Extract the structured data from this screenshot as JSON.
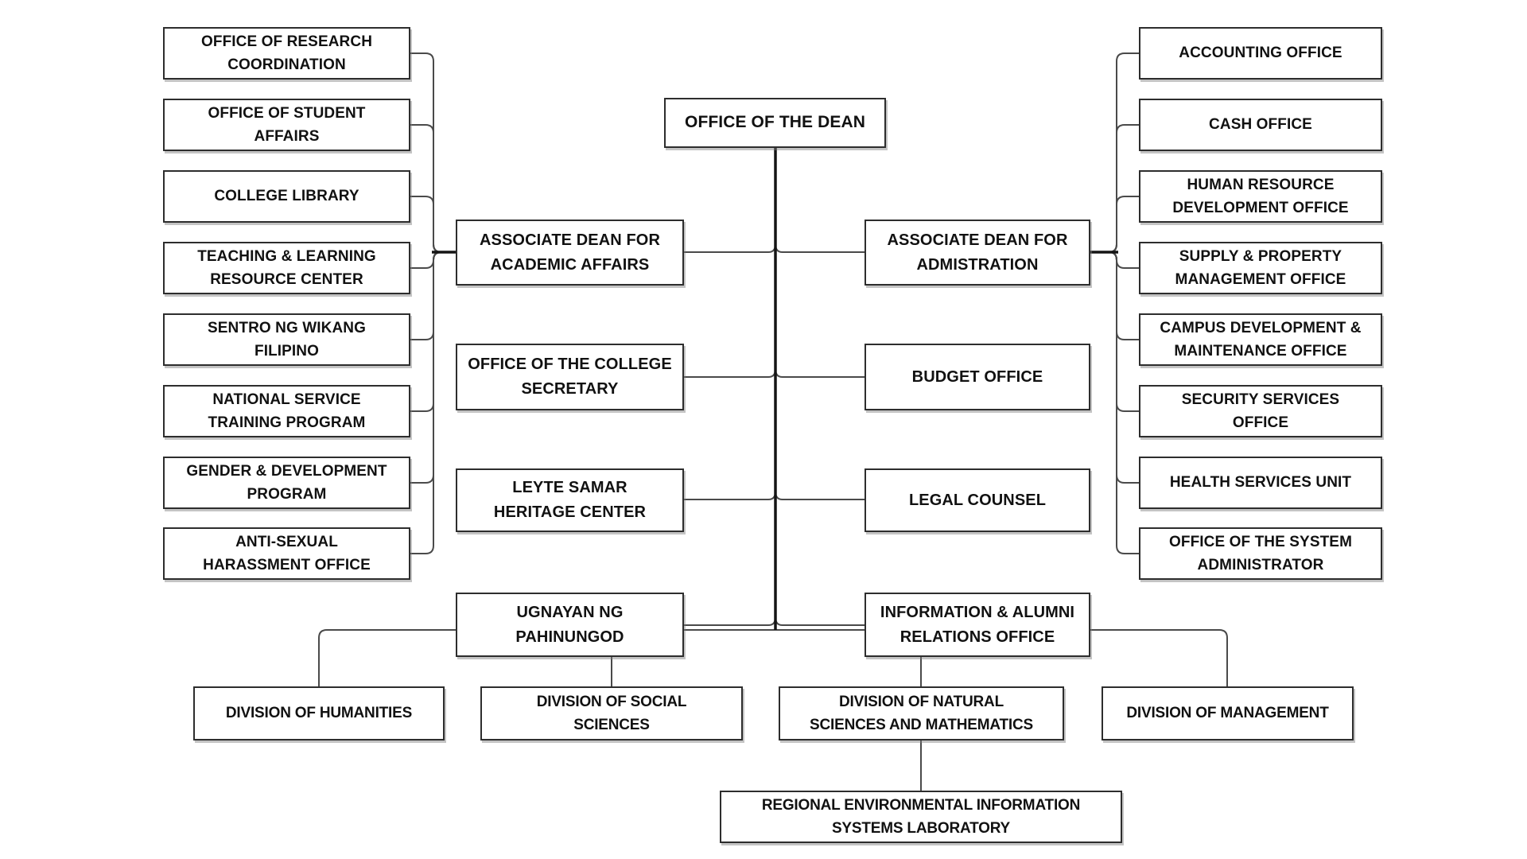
{
  "org_chart": {
    "colors": {
      "background": "#ffffff",
      "box_border": "#2d2d2d",
      "text": "#111111",
      "thin_line": "#4a4a4a",
      "bold_line": "#141414"
    },
    "dean": {
      "label": "OFFICE OF THE DEAN"
    },
    "academic_branch": {
      "head": {
        "label": "ASSOCIATE DEAN FOR\nACADEMIC AFFAIRS"
      },
      "offices": [
        {
          "label": "OFFICE OF THE COLLEGE\nSECRETARY"
        },
        {
          "label": "LEYTE SAMAR\nHERITAGE CENTER"
        },
        {
          "label": "UGNAYAN NG\nPAHINUNGOD"
        }
      ],
      "units": [
        {
          "label": "OFFICE OF RESEARCH\nCOORDINATION"
        },
        {
          "label": "OFFICE OF STUDENT\nAFFAIRS"
        },
        {
          "label": "COLLEGE LIBRARY"
        },
        {
          "label": "TEACHING & LEARNING\nRESOURCE CENTER"
        },
        {
          "label": "SENTRO NG WIKANG\nFILIPINO"
        },
        {
          "label": "NATIONAL SERVICE\nTRAINING PROGRAM"
        },
        {
          "label": "GENDER & DEVELOPMENT\nPROGRAM"
        },
        {
          "label": "ANTI-SEXUAL\nHARASSMENT OFFICE"
        }
      ]
    },
    "administration_branch": {
      "head": {
        "label": "ASSOCIATE DEAN FOR\nADMISTRATION"
      },
      "offices": [
        {
          "label": "BUDGET OFFICE"
        },
        {
          "label": "LEGAL COUNSEL"
        },
        {
          "label": "INFORMATION & ALUMNI\nRELATIONS OFFICE"
        }
      ],
      "units": [
        {
          "label": "ACCOUNTING OFFICE"
        },
        {
          "label": "CASH OFFICE"
        },
        {
          "label": "HUMAN RESOURCE\nDEVELOPMENT OFFICE"
        },
        {
          "label": "SUPPLY & PROPERTY\nMANAGEMENT OFFICE"
        },
        {
          "label": "CAMPUS DEVELOPMENT &\nMAINTENANCE OFFICE"
        },
        {
          "label": "SECURITY SERVICES\nOFFICE"
        },
        {
          "label": "HEALTH SERVICES UNIT"
        },
        {
          "label": "OFFICE OF THE SYSTEM\nADMINISTRATOR"
        }
      ]
    },
    "divisions": [
      {
        "label": "DIVISION OF HUMANITIES"
      },
      {
        "label": "DIVISION OF SOCIAL\nSCIENCES"
      },
      {
        "label": "DIVISION OF NATURAL\nSCIENCES AND MATHEMATICS"
      },
      {
        "label": "DIVISION OF MANAGEMENT"
      }
    ],
    "laboratory": {
      "label": "REGIONAL ENVIRONMENTAL INFORMATION\nSYSTEMS LABORATORY"
    }
  }
}
